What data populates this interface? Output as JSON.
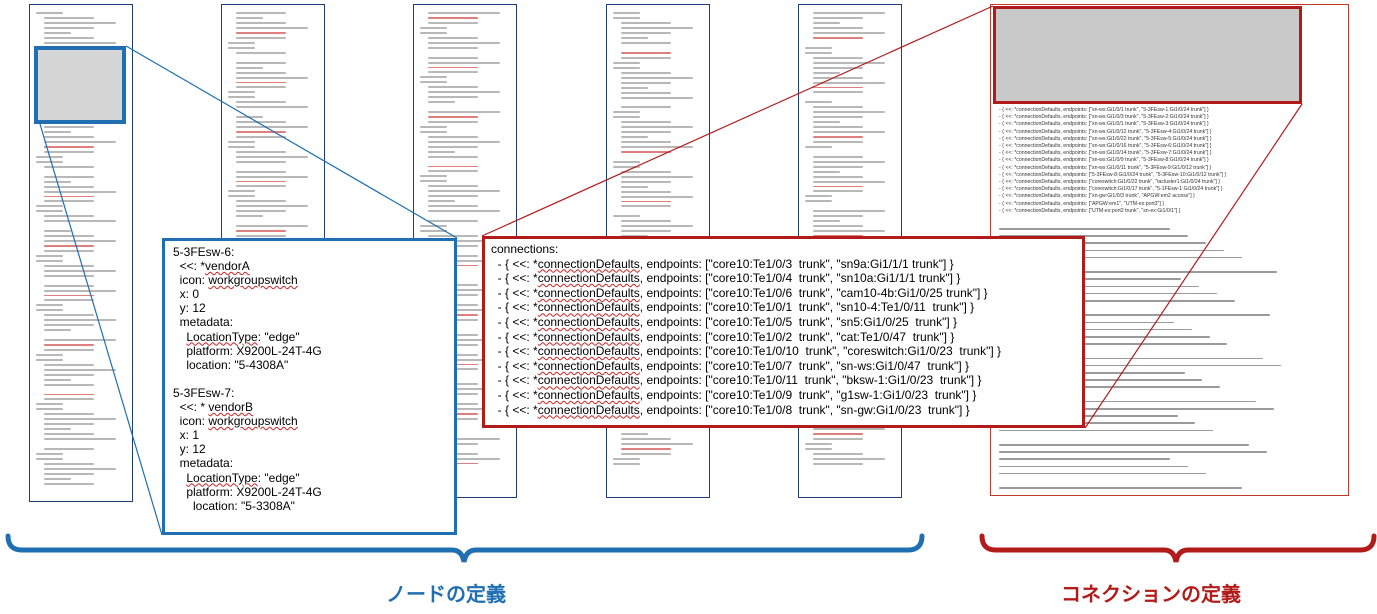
{
  "node_definition": {
    "caption": "ノードの定義",
    "lines": [
      "5-3FEsw-6:",
      "  <<: *vendorA",
      "  icon: workgroupswitch",
      "  x: 0",
      "  y: 12",
      "  metadata:",
      "    LocationType: \"edge\"",
      "    platform: X9200L-24T-4G",
      "    location: \"5-4308A\"",
      "",
      "5-3FEsw-7:",
      "  <<: * vendorB",
      "  icon: workgroupswitch",
      "  x: 1",
      "  y: 12",
      "  metadata:",
      "    LocationType: \"edge\"",
      "    platform: X9200L-24T-4G",
      "      location: \"5-3308A\""
    ]
  },
  "connection_definition": {
    "caption": "コネクションの定義",
    "header": "connections:",
    "lines": [
      "  - { <<: *connectionDefaults, endpoints: [\"core10:Te1/0/3  trunk\", \"sn9a:Gi1/1/1 trunk\"] }",
      "  - { <<: *connectionDefaults, endpoints: [\"core10:Te1/0/4  trunk\", \"sn10a:Gi1/1/1 trunk\"] }",
      "  - { <<: *connectionDefaults, endpoints: [\"core10:Te1/0/6  trunk\", \"cam10-4b:Gi1/0/25 trunk\"] }",
      "  - { <<: *connectionDefaults, endpoints: [\"core10:Te1/0/1  trunk\", \"sn10-4:Te1/0/11  trunk\"] }",
      "  - { <<: *connectionDefaults, endpoints: [\"core10:Te1/0/5  trunk\", \"sn5:Gi1/0/25  trunk\"] }",
      "  - { <<: *connectionDefaults, endpoints: [\"core10:Te1/0/2  trunk\", \"cat:Te1/0/47  trunk\"] }",
      "  - { <<: *connectionDefaults, endpoints: [\"core10:Te1/0/10  trunk\", \"coreswitch:Gi1/0/23  trunk\"] }",
      "  - { <<: *connectionDefaults, endpoints: [\"core10:Te1/0/7  trunk\", \"sn-ws:Gi1/0/47  trunk\"] }",
      "  - { <<: *connectionDefaults, endpoints: [\"core10:Te1/0/11  trunk\", \"bksw-1:Gi1/0/23  trunk\"] }",
      "  - { <<: *connectionDefaults, endpoints: [\"core10:Te1/0/9  trunk\", \"g1sw-1:Gi1/0/23  trunk\"] }",
      "  - { <<: *connectionDefaults, endpoints: [\"core10:Te1/0/8  trunk\", \"sn-gw:Gi1/0/23  trunk\"] }"
    ],
    "page_lines": [
      "- { <<: *connectionDefaults, endpoints: [\"sn-ws:Gi1/0/1 trunk\", \"5-3FEsw-1:Gi1/0/24 trunk\"] }",
      "- { <<: *connectionDefaults, endpoints: [\"sn-ws:Gi1/0/3  trunk\", \"5-3FEsw-2:Gi1/0/24 trunk\"] }",
      "- { <<: *connectionDefaults, endpoints: [\"sn-ws:Gi1/0/1  trunk\", \"5-3FEsw-3:Gi1/0/24 trunk\"] }",
      "- { <<: *connectionDefaults, endpoints: [\"sn-ws:Gi1/0/12  trunk\", \"5-3FEsw-4:Gi1/0/24 trunk\"] }",
      "- { <<: *connectionDefaults, endpoints: [\"sn-ws:Gi1/0/22  trunk\", \"5-3FEsw-5:Gi1/0/24 trunk\"] }",
      "- { <<: *connectionDefaults, endpoints: [\"sn-ws:Gi1/0/16  trunk\", \"5-3FEsw-6:Gi1/0/24 trunk\"] }",
      "- { <<: *connectionDefaults, endpoints: [\"sn-ws:Gi1/0/14  trunk\", \"5-3FEsw-7:Gi1/0/24 trunk\"] }",
      "- { <<: *connectionDefaults, endpoints: [\"sn-ws:Gi1/0/9  trunk\", \"5-3FEsw-8:Gi1/0/24 trunk\"] }",
      "- { <<: *connectionDefaults, endpoints: [\"sn-ws:Gi1/0/11  trunk\", \"5-3FEsw-9:Gi1/0/12 trunk\"] }",
      "- { <<: *connectionDefaults, endpoints: [\"5-3FEsw-8:Gi1/0/24  trunk\", \"5-3FEsw-10:Gi1/0/12 trunk\"] }",
      "- { <<: *connectionDefaults, endpoints: [\"coreswitch:Gi1/0/22  trunk\", \"tacluster1:Gi1/0/24  trunk\"] }",
      "- { <<: *connectionDefaults, endpoints: [\"coreswitch:Gi1/0/17  trunk\", \"5-1FEsw-1:Gi1/0/24 trunk\"] }",
      "- { <<: *connectionDefaults, endpoints: [\"sn-gw:Gi1/0/3  trunk\", \"APGW:em2  access\"] }",
      "- { <<: *connectionDefaults, endpoints: [\"APGW:em1\", \"UTM-ex:port3\"] }",
      "- { <<: *connectionDefaults, endpoints: [\"UTM-ex:port2  trunk\", \"sn-ex:Gi1/0/1\"] }"
    ]
  },
  "colors": {
    "node_accent": "#1f6fb2",
    "connection_accent": "#b31b1b"
  }
}
